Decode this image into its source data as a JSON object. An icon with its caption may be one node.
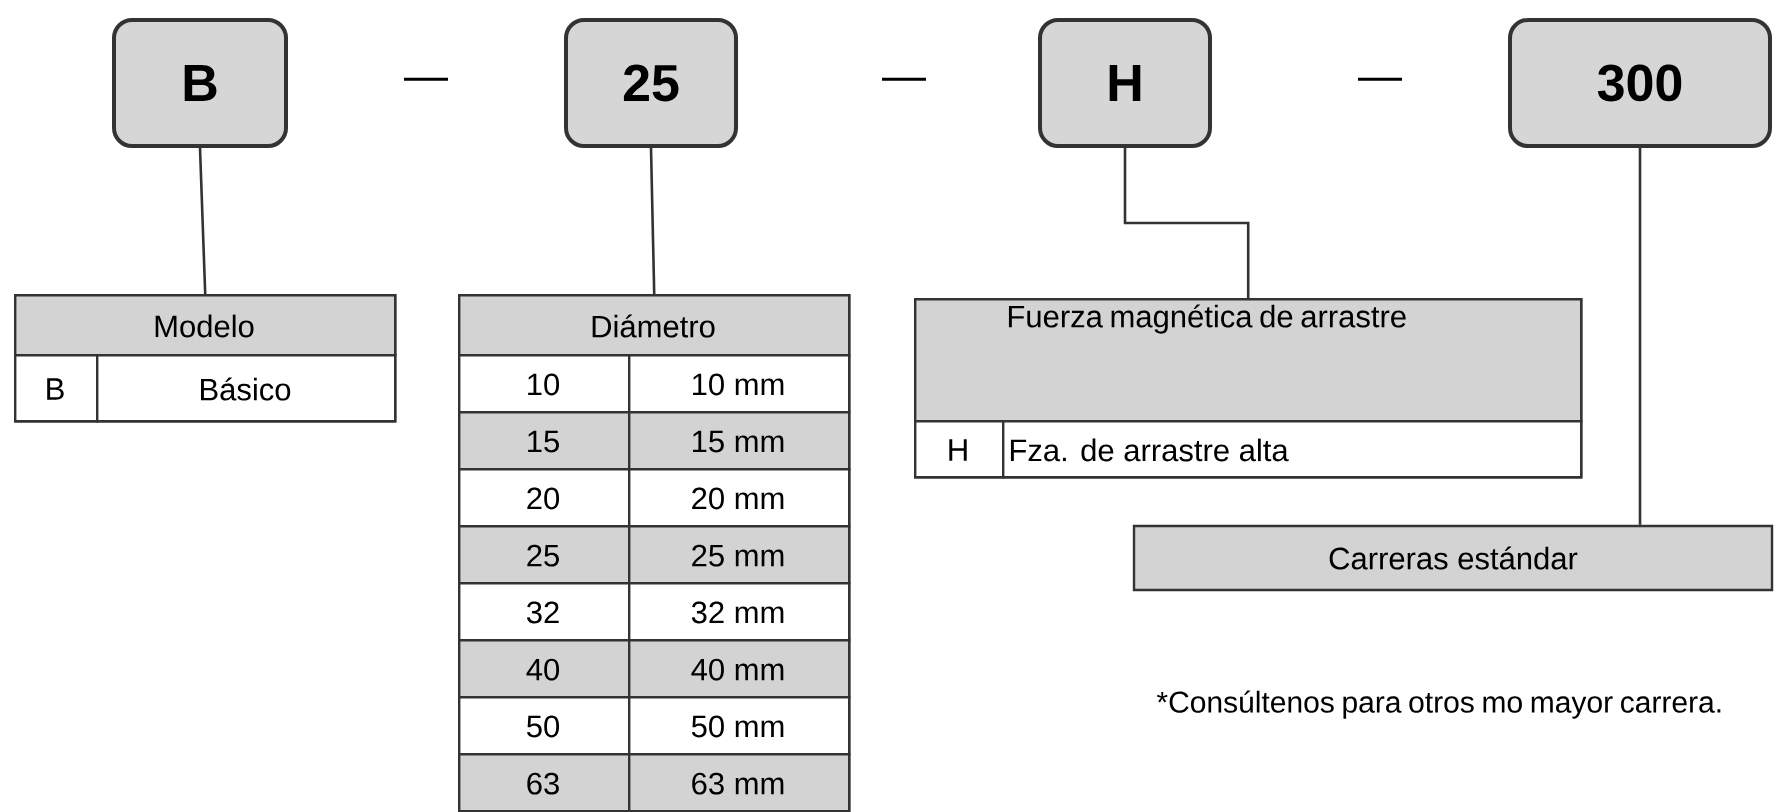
{
  "diagram": {
    "nodes": [
      {
        "text": [
          "B"
        ]
      },
      {
        "text": [
          "25"
        ]
      },
      {
        "text": [
          "H"
        ]
      },
      {
        "text": [
          "300"
        ]
      },
      {
        "text": [
          "Modelo",
          "B",
          "Básico"
        ]
      },
      {
        "text": [
          "Diámetro",
          "10",
          "10 mm",
          "15",
          "15 mm",
          "20",
          "20 mm",
          "25",
          "25 mm",
          "32",
          "32 mm",
          "40",
          "40 mm",
          "50",
          "50 mm",
          "63",
          "63 mm"
        ]
      },
      {
        "text": [
          "Fuerza magnética de arrastre",
          "H",
          "Fza. de arrastre alta"
        ]
      },
      {
        "text": [
          "Carreras estándar"
        ]
      }
    ],
    "edges": [
      {
        "from": 0,
        "to": 4,
        "arrow": "none"
      },
      {
        "from": 1,
        "to": 5,
        "arrow": "none"
      },
      {
        "from": 2,
        "to": 6,
        "arrow": "none"
      },
      {
        "from": 3,
        "to": 7,
        "arrow": "none"
      }
    ],
    "labels": [
      "—",
      "—",
      "—",
      "*Consúltenos para otros mo mayor carrera."
    ]
  }
}
